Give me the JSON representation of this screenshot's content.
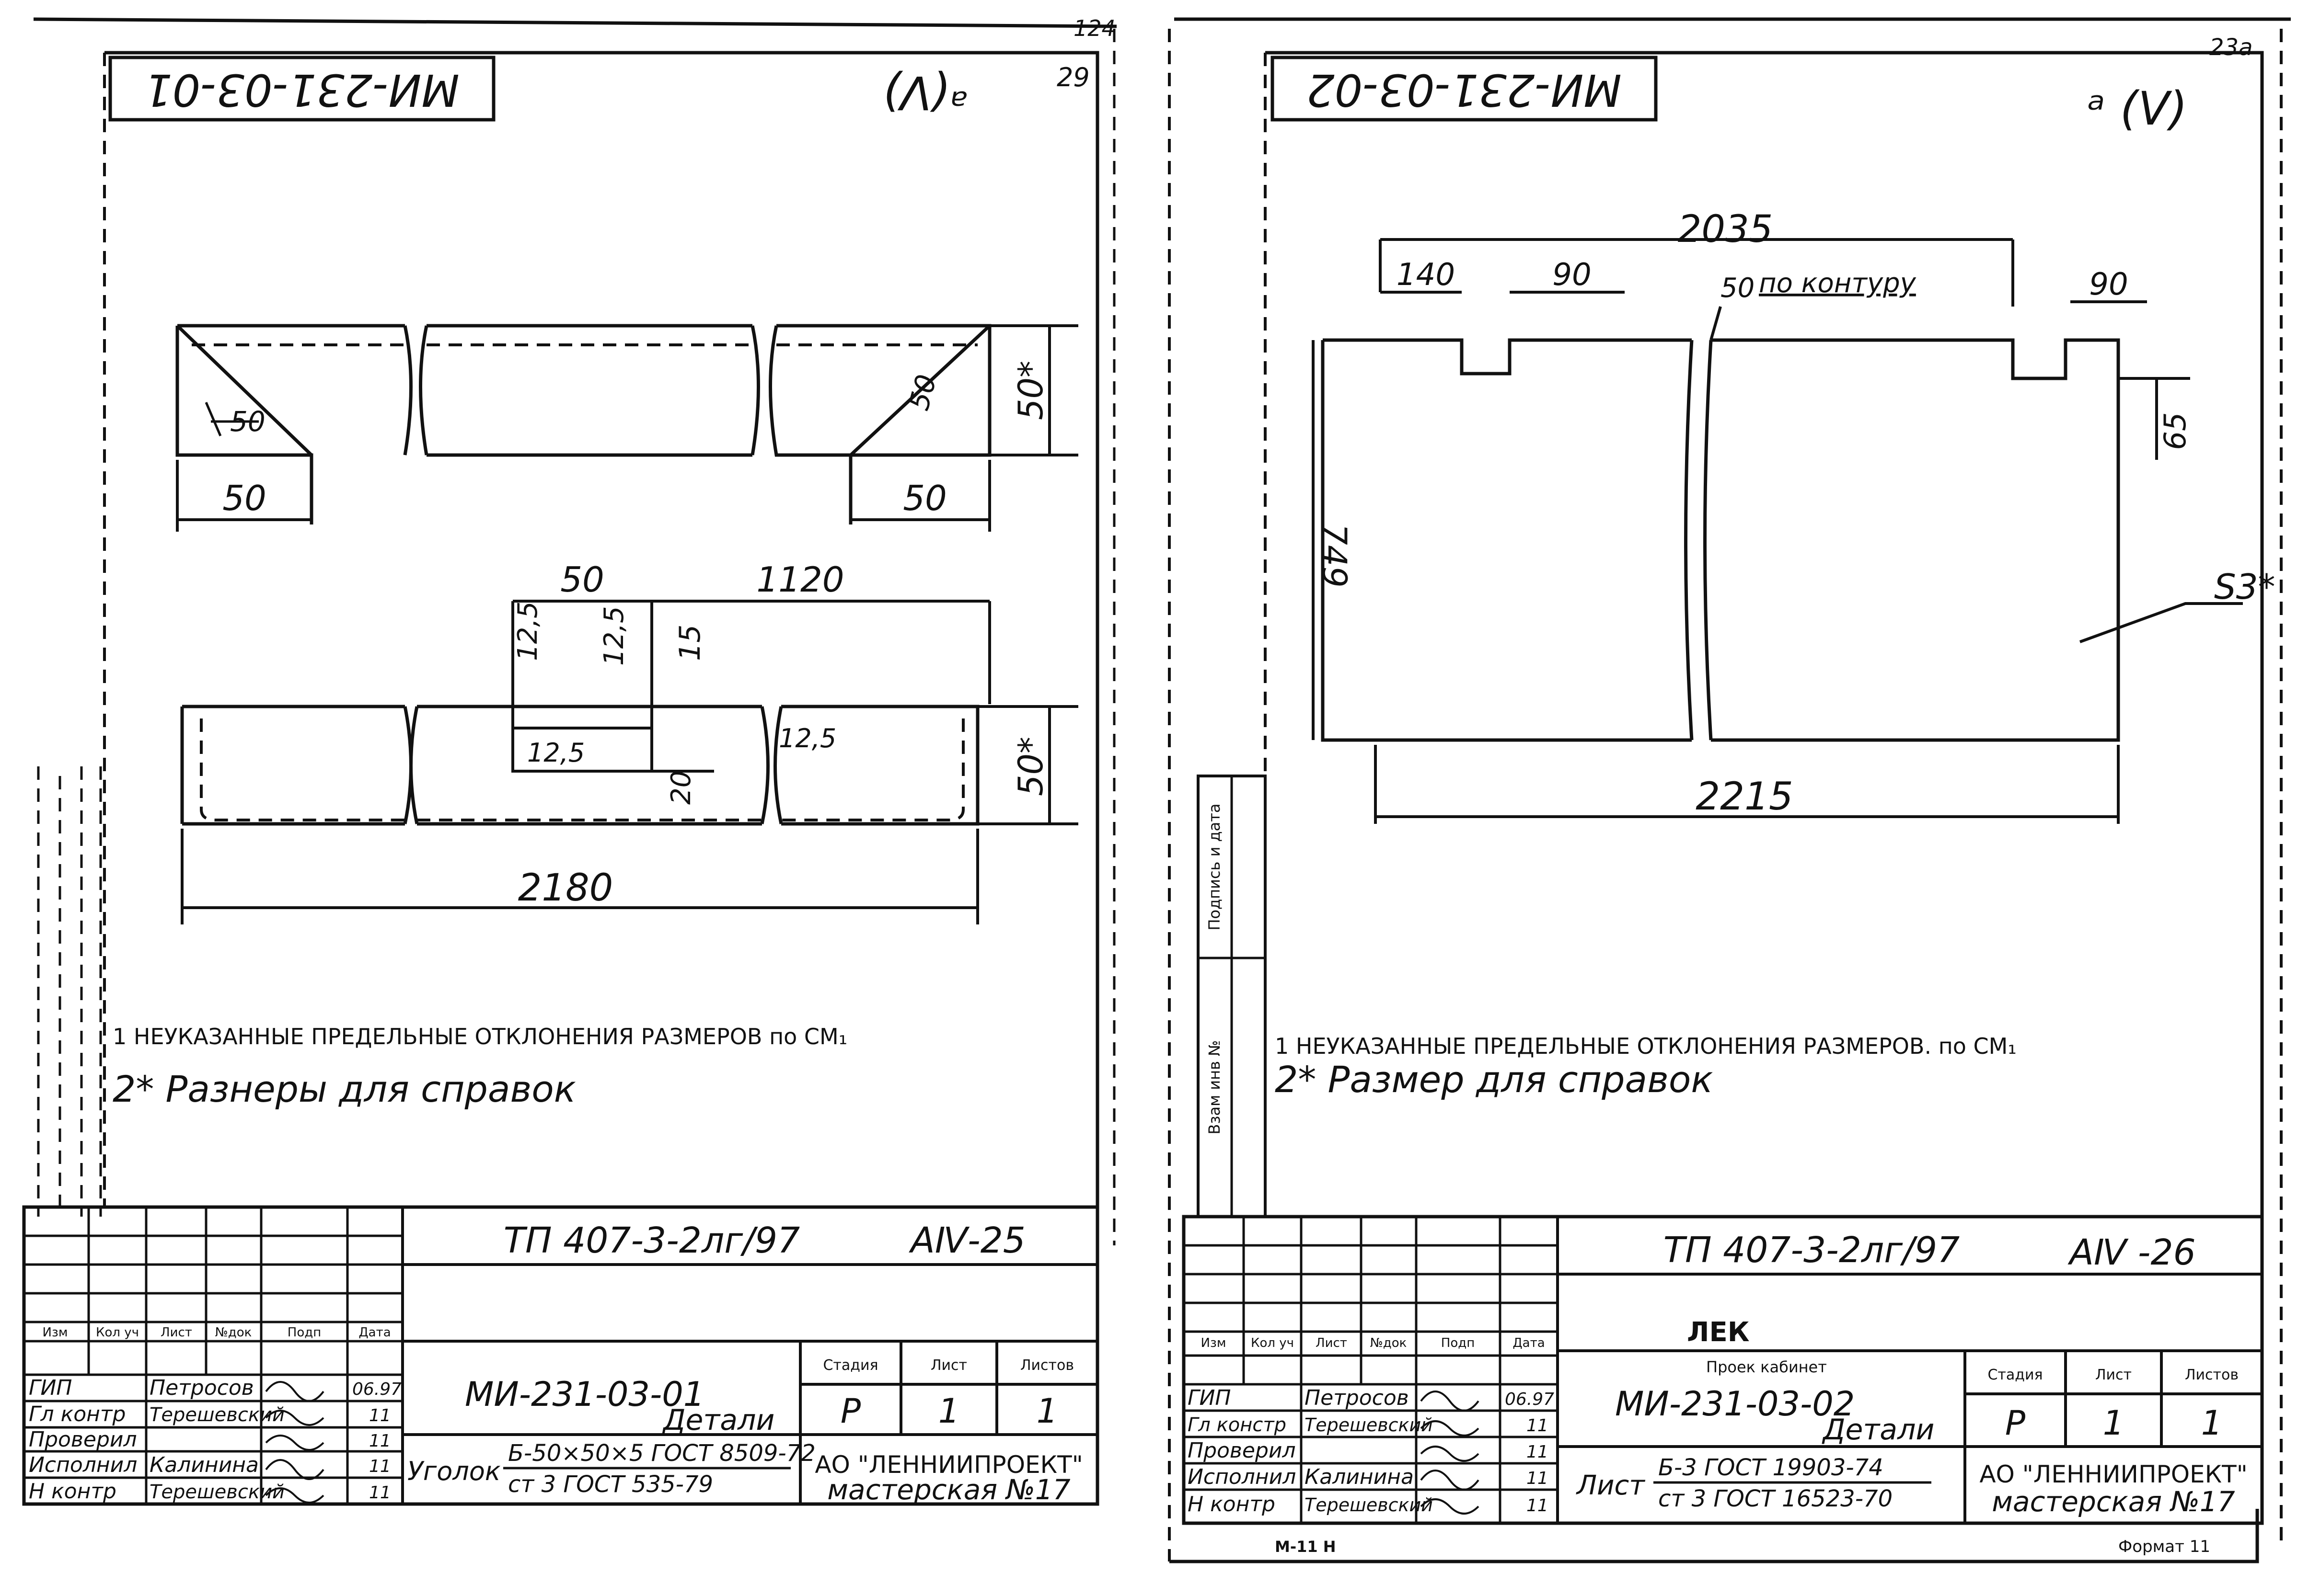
{
  "sheets": {
    "left": {
      "code": "МИ-231-03-01",
      "corner_mark": "ᵃ(V)",
      "page_numbers": [
        "124",
        "29"
      ],
      "dimensions": {
        "d50_left": "50",
        "d50_right": "50",
        "d50_star_top": "50*",
        "d50_star_bottom": "50*",
        "chamfer_left": "50",
        "chamfer_right": "50",
        "d50_mid": "50",
        "d1120": "1120",
        "d2180": "2180",
        "r12_5_a": "12,5",
        "r12_5_b": "12,5",
        "d15": "15",
        "r12_5_c": "12,5",
        "r12_5_d": "12,5",
        "d20": "20"
      },
      "note_1": "1 НЕУКАЗАННЫЕ ПРЕДЕЛЬНЫЕ ОТКЛОНЕНИЯ РАЗМЕРОВ по СМ₁",
      "note_2": "2* Разнеры для справок",
      "title_block": {
        "project": "ТП 407-3-2лг/97",
        "sheet_code": "АⅣ-25",
        "headers": [
          "Изм",
          "Кол уч",
          "Лист",
          "№док",
          "Подп",
          "Дата"
        ],
        "roles": [
          "ГИП",
          "Гл контр",
          "Проверил",
          "Исполнил",
          "Н контр"
        ],
        "names": [
          "Петросов",
          "Терешевский",
          "",
          "Калинина",
          "Терешевский"
        ],
        "dates": [
          "06.97",
          "11",
          "11",
          "11",
          "11"
        ],
        "doc": "МИ-231-03-01",
        "doc_title": "Детали",
        "stage_headers": [
          "Стадия",
          "Лист",
          "Листов"
        ],
        "stage_values": [
          "Р",
          "1",
          "1"
        ],
        "material_name": "Уголок",
        "material_top": "Б-50×50×5 ГОСТ 8509-72",
        "material_bottom": "ст 3 ГОСТ 535-79",
        "org_1": "АО \"ЛЕННИИПРОЕКТ\"",
        "org_2": "мастерская №17"
      }
    },
    "right": {
      "code": "МИ-231-03-02",
      "corner_mark": "ᵃ (V)",
      "page_number": "23а",
      "dimensions": {
        "d2035": "2035",
        "d140": "140",
        "d90_a": "90",
        "d90_b": "90",
        "d50_note": "50",
        "contour_note": "по контуру",
        "d65": "65",
        "d749": "749",
        "d2215": "2215",
        "s3": "S3*"
      },
      "note_1": "1 НЕУКАЗАННЫЕ ПРЕДЕЛЬНЫЕ ОТКЛОНЕНИЯ РАЗМЕРОВ. по СМ₁",
      "note_2": "2* Размер для справок",
      "side_labels": [
        "Подпись и дата",
        "Взам инв №"
      ],
      "title_block": {
        "project": "ТП 407-3-2лг/97",
        "sheet_code": "АⅣ -26",
        "stamp": "ЛЕК",
        "stamp_sub": "Проек кабинет",
        "headers": [
          "Изм",
          "Кол уч",
          "Лист",
          "№док",
          "Подп",
          "Дата"
        ],
        "roles": [
          "ГИП",
          "Гл констр",
          "Проверил",
          "Исполнил",
          "Н контр"
        ],
        "names": [
          "Петросов",
          "Терешевский",
          "",
          "Калинина",
          "Терешевский"
        ],
        "dates": [
          "06.97",
          "11",
          "11",
          "11",
          "11"
        ],
        "doc": "МИ-231-03-02",
        "doc_title": "Детали",
        "stage_headers": [
          "Стадия",
          "Лист",
          "Листов"
        ],
        "stage_values": [
          "Р",
          "1",
          "1"
        ],
        "material_name": "Лист",
        "material_top": "Б-3 ГОСТ 19903-74",
        "material_bottom": "ст 3 ГОСТ 16523-70",
        "org_1": "АО \"ЛЕННИИПРОЕКТ\"",
        "org_2": "мастерская №17",
        "format": "Формат 11",
        "bottom_mark": "М-11 Н"
      }
    }
  }
}
